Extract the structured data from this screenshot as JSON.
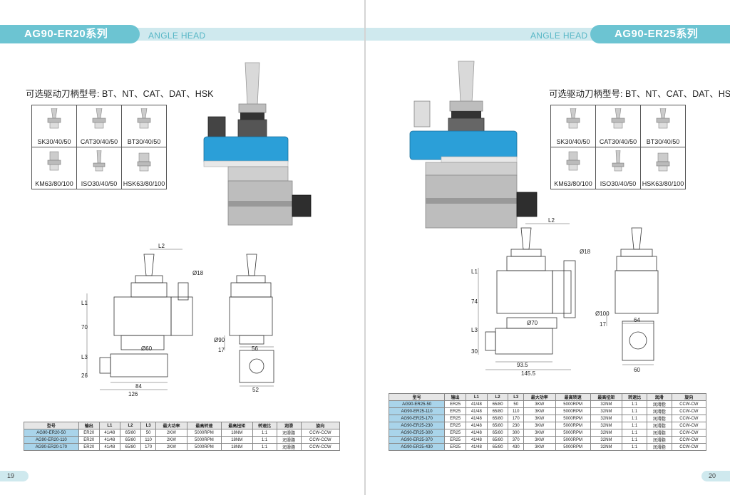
{
  "left": {
    "series_title": "AG90-ER20系列",
    "band_label": "ANGLE HEAD",
    "shank_types": "可选驱动刀柄型号: BT、NT、CAT、DAT、HSK",
    "holders": [
      "SK30/40/50",
      "CAT30/40/50",
      "BT30/40/50",
      "KM63/80/100",
      "ISO30/40/50",
      "HSK63/80/100"
    ],
    "dims": {
      "l2": "L2",
      "d18": "Ø18",
      "l1": "L1",
      "h70": "70",
      "l3": "L3",
      "h26": "26",
      "d60": "Ø60",
      "w84": "84",
      "w126": "126",
      "d90": "Ø90",
      "h17": "17",
      "w56": "56",
      "w52": "52"
    },
    "table": {
      "headers": [
        "型号",
        "输出",
        "L1",
        "L2",
        "L3",
        "最大功率",
        "最高转速",
        "最高扭矩",
        "转速比",
        "润滑",
        "旋向"
      ],
      "rows": [
        [
          "AG90-ER20-50",
          "ER20",
          "41/48",
          "65/80",
          "50",
          "2KW",
          "5000RPM",
          "18NM",
          "1:1",
          "润滑脂",
          "CCW-CCW"
        ],
        [
          "AG90-ER20-110",
          "ER20",
          "41/48",
          "65/80",
          "110",
          "2KW",
          "5000RPM",
          "18NM",
          "1:1",
          "润滑脂",
          "CCW-CCW"
        ],
        [
          "AG90-ER20-170",
          "ER20",
          "41/48",
          "65/80",
          "170",
          "2KW",
          "5000RPM",
          "18NM",
          "1:1",
          "润滑脂",
          "CCW-CCW"
        ]
      ]
    },
    "page_number": "19"
  },
  "right": {
    "series_title": "AG90-ER25系列",
    "band_label": "ANGLE HEAD",
    "shank_types": "可选驱动刀柄型号: BT、NT、CAT、DAT、HSK",
    "holders": [
      "SK30/40/50",
      "CAT30/40/50",
      "BT30/40/50",
      "KM63/80/100",
      "ISO30/40/50",
      "HSK63/80/100"
    ],
    "dims": {
      "l2": "L2",
      "d18": "Ø18",
      "l1": "L1",
      "h74": "74",
      "l3": "L3",
      "h30": "30",
      "d70": "Ø70",
      "w935": "93.5",
      "w1455": "145.5",
      "d100": "Ø100",
      "h17": "17",
      "w64": "64",
      "w60": "60"
    },
    "table": {
      "headers": [
        "型号",
        "输出",
        "L1",
        "L2",
        "L3",
        "最大功率",
        "最高转速",
        "最高扭矩",
        "转速比",
        "润滑",
        "旋向"
      ],
      "rows": [
        [
          "AG90-ER25-50",
          "ER25",
          "41/48",
          "65/80",
          "50",
          "3KW",
          "5000RPM",
          "32NM",
          "1:1",
          "润滑脂",
          "CCW-CW"
        ],
        [
          "AG90-ER25-110",
          "ER25",
          "41/48",
          "65/80",
          "110",
          "3KW",
          "5000RPM",
          "32NM",
          "1:1",
          "润滑脂",
          "CCW-CW"
        ],
        [
          "AG90-ER25-170",
          "ER25",
          "41/48",
          "65/80",
          "170",
          "3KW",
          "5000RPM",
          "32NM",
          "1:1",
          "润滑脂",
          "CCW-CW"
        ],
        [
          "AG90-ER25-230",
          "ER25",
          "41/48",
          "65/80",
          "230",
          "3KW",
          "5000RPM",
          "32NM",
          "1:1",
          "润滑脂",
          "CCW-CW"
        ],
        [
          "AG90-ER25-300",
          "ER25",
          "41/48",
          "65/80",
          "300",
          "3KW",
          "5000RPM",
          "32NM",
          "1:1",
          "润滑脂",
          "CCW-CW"
        ],
        [
          "AG90-ER25-370",
          "ER25",
          "41/48",
          "65/80",
          "370",
          "3KW",
          "5000RPM",
          "32NM",
          "1:1",
          "润滑脂",
          "CCW-CW"
        ],
        [
          "AG90-ER25-430",
          "ER25",
          "41/48",
          "65/80",
          "430",
          "3KW",
          "5000RPM",
          "32NM",
          "1:1",
          "润滑脂",
          "CCW-CW"
        ]
      ]
    },
    "page_number": "20"
  },
  "colors": {
    "accent": "#6cc4d2",
    "band": "#cfe9ee",
    "product_blue": "#2b9fd8",
    "model_cell": "#a9d4ea"
  }
}
